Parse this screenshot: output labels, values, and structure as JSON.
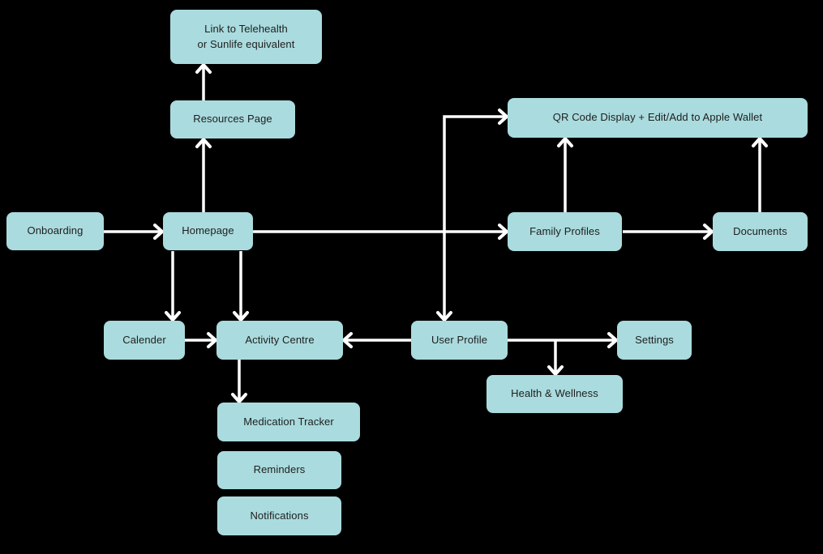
{
  "diagram": {
    "title": "App sitemap flowchart",
    "colors": {
      "background": "#000000",
      "node_fill": "#aadbde",
      "node_text": "#1e1e1e",
      "arrow": "#ffffff"
    },
    "nodes": [
      {
        "id": "link-telehealth",
        "label": "Link to Telehealth\nor Sunlife equivalent"
      },
      {
        "id": "resources-page",
        "label": "Resources Page"
      },
      {
        "id": "onboarding",
        "label": "Onboarding"
      },
      {
        "id": "homepage",
        "label": "Homepage"
      },
      {
        "id": "qr-wallet",
        "label": "QR Code Display + Edit/Add to Apple Wallet"
      },
      {
        "id": "family-profiles",
        "label": "Family Profiles"
      },
      {
        "id": "documents",
        "label": "Documents"
      },
      {
        "id": "calender",
        "label": "Calender"
      },
      {
        "id": "activity-centre",
        "label": "Activity Centre"
      },
      {
        "id": "user-profile",
        "label": "User Profile"
      },
      {
        "id": "settings",
        "label": "Settings"
      },
      {
        "id": "health-wellness",
        "label": "Health & Wellness"
      },
      {
        "id": "medication-tracker",
        "label": "Medication Tracker"
      },
      {
        "id": "reminders",
        "label": "Reminders"
      },
      {
        "id": "notifications",
        "label": "Notifications"
      }
    ],
    "edges": [
      {
        "from": "onboarding",
        "to": "homepage",
        "arrows": "one-way"
      },
      {
        "from": "homepage",
        "to": "resources-page",
        "arrows": "one-way"
      },
      {
        "from": "resources-page",
        "to": "link-telehealth",
        "arrows": "one-way"
      },
      {
        "from": "homepage",
        "to": "family-profiles",
        "arrows": "one-way"
      },
      {
        "from": "homepage",
        "to": "calender",
        "arrows": "one-way"
      },
      {
        "from": "homepage",
        "to": "activity-centre",
        "arrows": "one-way"
      },
      {
        "from": "calender",
        "to": "activity-centre",
        "arrows": "one-way"
      },
      {
        "from": "user-profile",
        "to": "activity-centre",
        "arrows": "one-way"
      },
      {
        "from": "user-profile",
        "to": "qr-wallet",
        "arrows": "two-way"
      },
      {
        "from": "user-profile",
        "to": "settings",
        "arrows": "one-way"
      },
      {
        "from": "user-profile",
        "to": "health-wellness",
        "arrows": "one-way"
      },
      {
        "from": "family-profiles",
        "to": "qr-wallet",
        "arrows": "one-way"
      },
      {
        "from": "family-profiles",
        "to": "documents",
        "arrows": "one-way"
      },
      {
        "from": "documents",
        "to": "qr-wallet",
        "arrows": "one-way"
      },
      {
        "from": "activity-centre",
        "to": "medication-tracker",
        "arrows": "one-way"
      }
    ]
  }
}
